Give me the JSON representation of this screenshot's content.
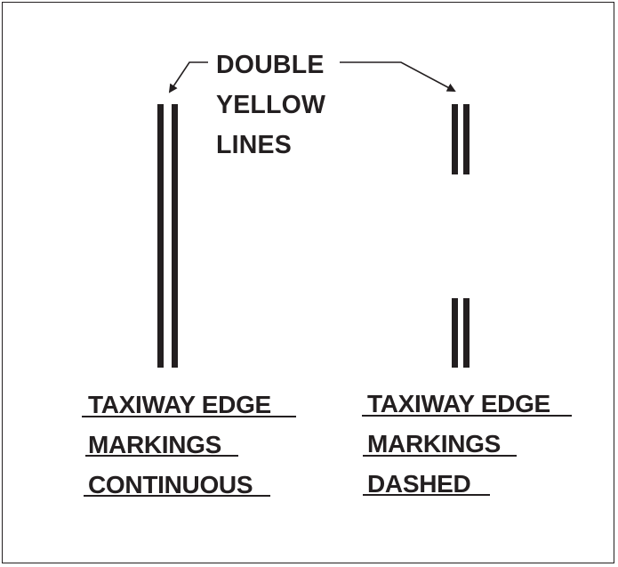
{
  "diagram": {
    "callout": {
      "lines": [
        "DOUBLE",
        "YELLOW",
        "LINES"
      ]
    },
    "left_marking": {
      "caption_lines": [
        "TAXIWAY EDGE",
        "MARKINGS",
        "CONTINUOUS"
      ],
      "style": "continuous"
    },
    "right_marking": {
      "caption_lines": [
        "TAXIWAY EDGE",
        "MARKINGS",
        "DASHED"
      ],
      "style": "dashed"
    },
    "colors": {
      "ink": "#231f20",
      "background": "#ffffff"
    }
  }
}
